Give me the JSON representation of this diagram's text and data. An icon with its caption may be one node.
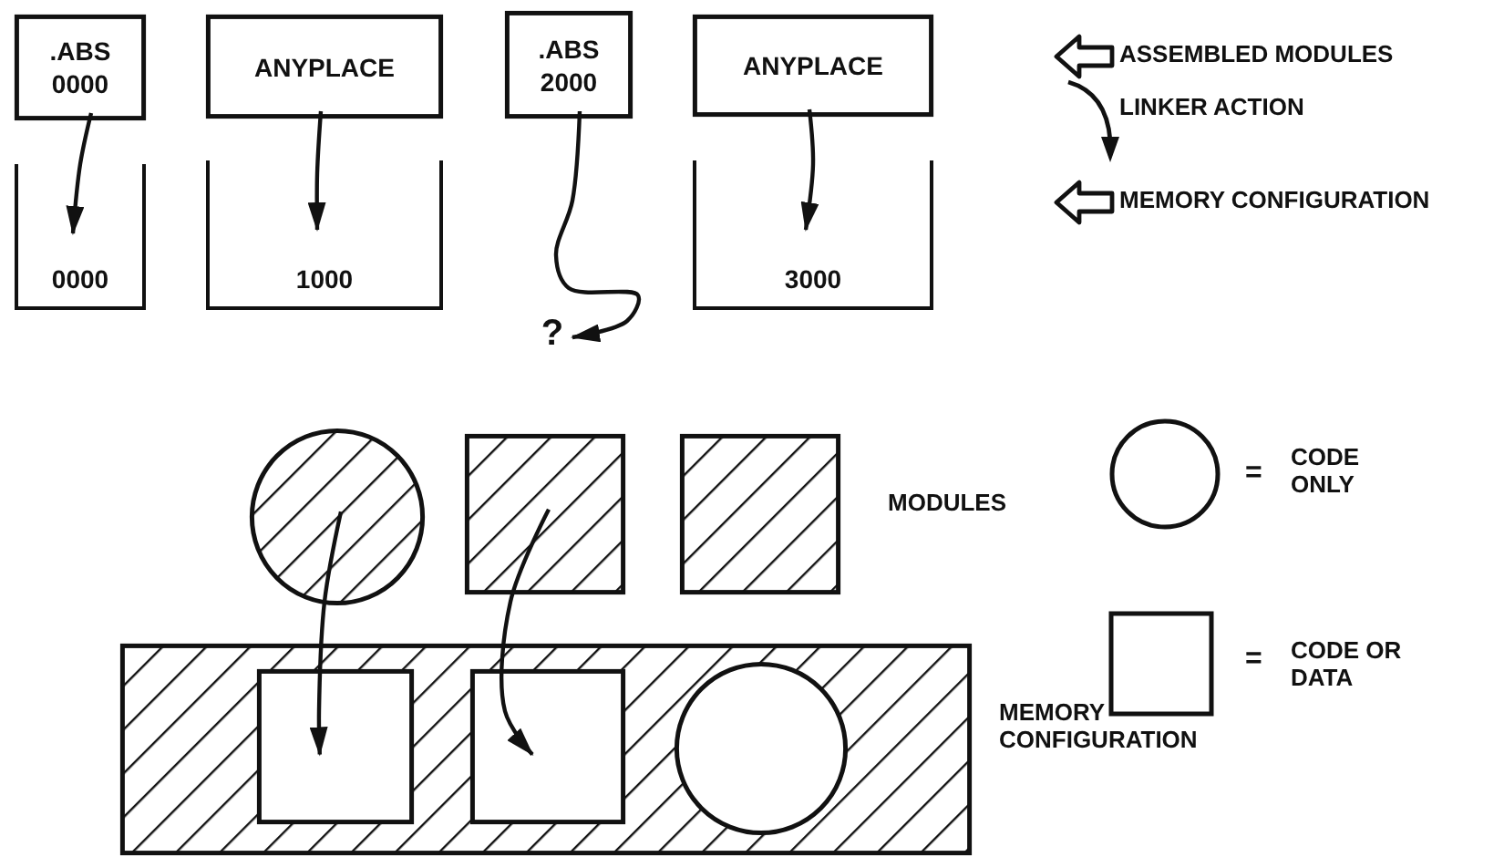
{
  "diagram": {
    "nodes": [
      {
        "text": [
          ".ABS 0000"
        ]
      },
      {
        "text": [
          "0000"
        ]
      },
      {
        "text": [
          "ANYPLACE"
        ]
      },
      {
        "text": [
          "1000"
        ]
      },
      {
        "text": [
          ".ABS 2000"
        ]
      },
      {
        "text": [
          "ANYPLACE"
        ]
      },
      {
        "text": [
          "3000"
        ]
      },
      {
        "text": [],
        "shape": "circle"
      },
      {
        "text": [],
        "shape": "box"
      },
      {
        "text": [],
        "shape": "box"
      },
      {
        "text": [],
        "shape": "box"
      },
      {
        "text": [],
        "shape": "box",
        "in": 10
      },
      {
        "text": [],
        "shape": "box",
        "in": 10
      },
      {
        "text": [],
        "shape": "circle",
        "in": 10
      },
      {
        "text": [
          "?"
        ]
      }
    ],
    "edges": [
      {
        "from": 0,
        "to": 1,
        "arrow": "to"
      },
      {
        "from": 2,
        "to": 3,
        "arrow": "to"
      },
      {
        "from": 4,
        "to": 14,
        "arrow": "to"
      },
      {
        "from": 5,
        "to": 6,
        "arrow": "to"
      },
      {
        "from": 7,
        "to": 11,
        "arrow": "to"
      },
      {
        "from": 8,
        "to": 12,
        "arrow": "to"
      }
    ],
    "labels": [
      "MODULES",
      "=",
      "=",
      "MEMORY CONFIGURATION"
    ],
    "legend": [
      {
        "text": "ASSEMBLED MODULES"
      },
      {
        "text": "LINKER ACTION"
      },
      {
        "text": "MEMORY CONFIGURATION"
      },
      {
        "text": "CODE ONLY"
      },
      {
        "text": "CODE OR DATA"
      }
    ]
  }
}
